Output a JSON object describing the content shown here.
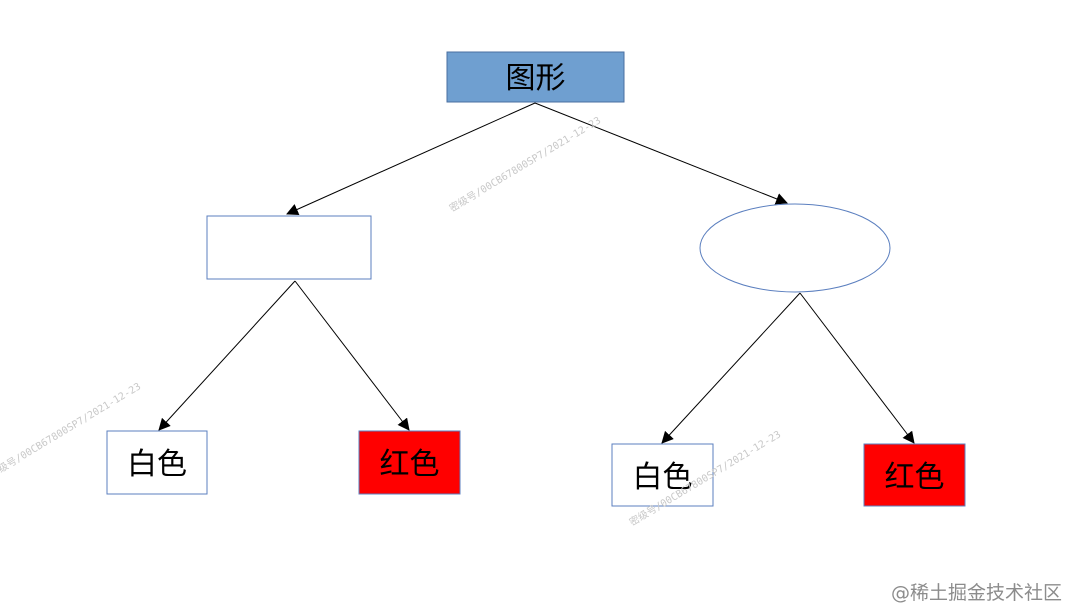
{
  "diagram": {
    "root": {
      "label": "图形",
      "fill": "#6f9fd0",
      "stroke": "#4a6fa0"
    },
    "rectangle_node": {
      "label": "",
      "fill": "#ffffff",
      "stroke": "#5b7fbf"
    },
    "ellipse_node": {
      "label": "",
      "fill": "#ffffff",
      "stroke": "#5b7fbf"
    },
    "rect_white_child": {
      "label": "白色",
      "fill": "#ffffff",
      "stroke": "#5b7fbf"
    },
    "rect_red_child": {
      "label": "红色",
      "fill": "#ff0000",
      "stroke": "#5b7fbf"
    },
    "ellipse_white_child": {
      "label": "白色",
      "fill": "#ffffff",
      "stroke": "#5b7fbf"
    },
    "ellipse_red_child": {
      "label": "红色",
      "fill": "#ff0000",
      "stroke": "#5b7fbf"
    },
    "edges": [
      {
        "from": "root",
        "to": "rectangle_node"
      },
      {
        "from": "root",
        "to": "ellipse_node"
      },
      {
        "from": "rectangle_node",
        "to": "rect_white_child"
      },
      {
        "from": "rectangle_node",
        "to": "rect_red_child"
      },
      {
        "from": "ellipse_node",
        "to": "ellipse_white_child"
      },
      {
        "from": "ellipse_node",
        "to": "ellipse_red_child"
      }
    ]
  },
  "watermarks": {
    "stamp": "密级号/00CB67800SP7/2021-12-23",
    "footer": "@稀土掘金技术社区"
  }
}
